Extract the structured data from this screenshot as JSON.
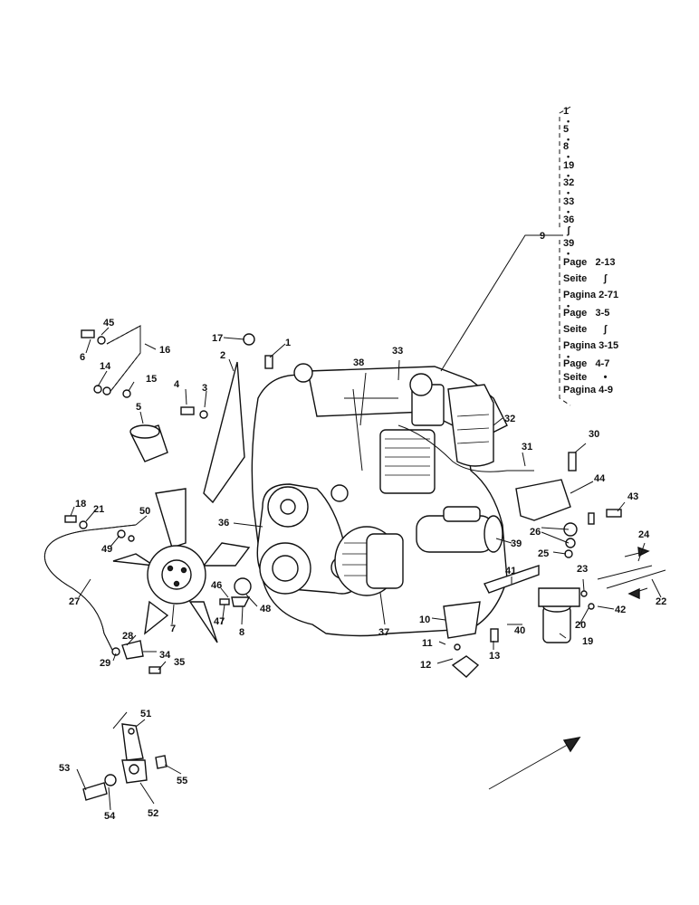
{
  "callouts": [
    "1",
    "2",
    "3",
    "4",
    "5",
    "6",
    "7",
    "8",
    "9",
    "10",
    "11",
    "12",
    "13",
    "14",
    "15",
    "16",
    "17",
    "18",
    "19",
    "20",
    "21",
    "22",
    "23",
    "24",
    "25",
    "26",
    "27",
    "28",
    "29",
    "30",
    "31",
    "32",
    "33",
    "34",
    "35",
    "36",
    "37",
    "38",
    "39",
    "40",
    "41",
    "42",
    "43",
    "44",
    "45",
    "46",
    "47",
    "48",
    "49",
    "50",
    "51",
    "52",
    "53",
    "54",
    "55"
  ],
  "reference_list": {
    "parts": [
      "1",
      "5",
      "8",
      "19",
      "32",
      "33",
      "36",
      "ʃ",
      "39"
    ],
    "page_refs": [
      {
        "label": "Page",
        "value": "2-13"
      },
      {
        "label": "Seite",
        "value": "ʃ"
      },
      {
        "label": "Pagina",
        "value": "2-71"
      },
      {
        "label": "Page",
        "value": "3-5"
      },
      {
        "label": "Seite",
        "value": "ʃ"
      },
      {
        "label": "Pagina",
        "value": "3-15"
      },
      {
        "label": "Page",
        "value": "4-7"
      },
      {
        "label": "Seite",
        "value": "•"
      },
      {
        "label": "Pagina",
        "value": "4-9"
      }
    ],
    "bullet": "•"
  }
}
